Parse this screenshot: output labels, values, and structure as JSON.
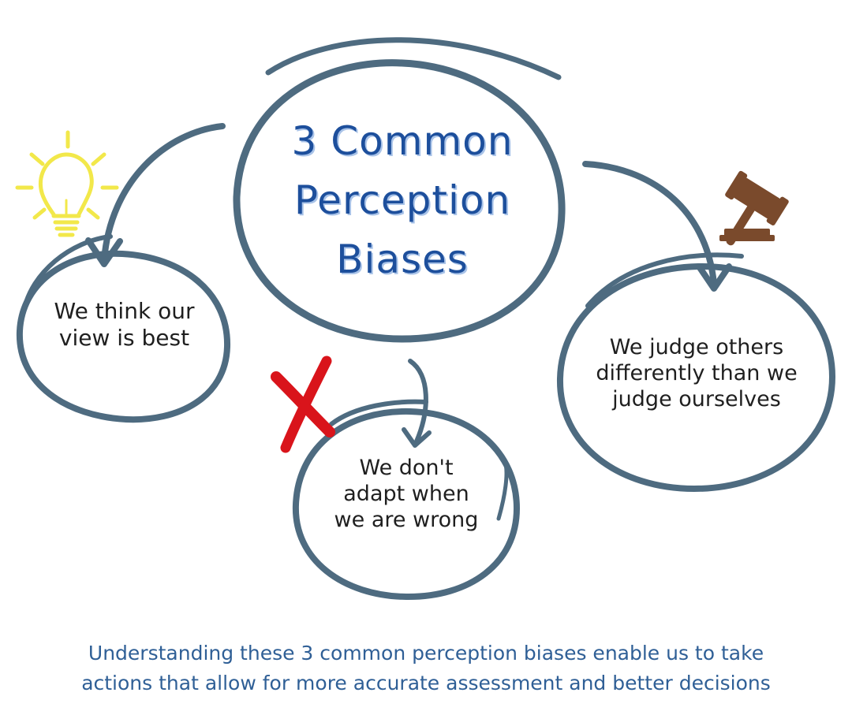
{
  "title": {
    "line1": "3 Common",
    "line2": "Perception",
    "line3": "Biases"
  },
  "biases": [
    {
      "line1": "We think our",
      "line2": "view is best",
      "icon": "lightbulb-icon"
    },
    {
      "line1": "We don't",
      "line2": "adapt when",
      "line3": "we are wrong",
      "icon": "red-x-icon"
    },
    {
      "line1": "We judge others",
      "line2": "differently than we",
      "line3": "judge ourselves",
      "icon": "gavel-icon"
    }
  ],
  "caption": {
    "line1": "Understanding these 3 common perception biases enable us to take",
    "line2": "actions that allow for more accurate assessment and better decisions"
  },
  "colors": {
    "circle_stroke": "#4e6b80",
    "title_text": "#1d4f9c",
    "title_shadow": "#a9c3e8",
    "caption_text": "#2f5f96",
    "bulb": "#f2e84a",
    "red_x": "#d9141b",
    "gavel": "#7a4a2c"
  }
}
